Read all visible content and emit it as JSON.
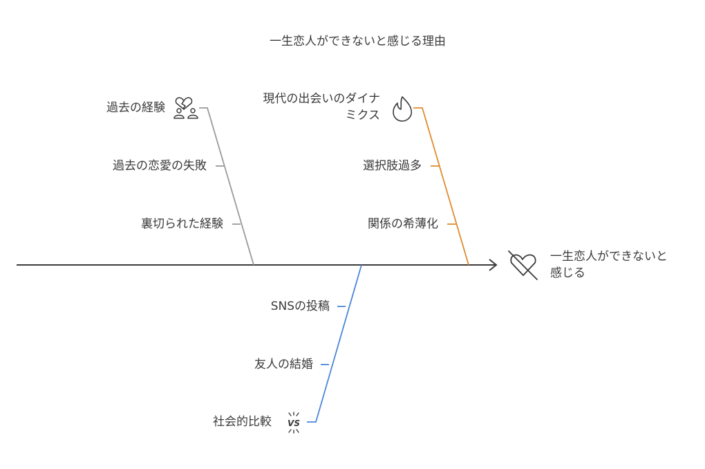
{
  "title": "一生恋人ができないと感じる理由",
  "effect": {
    "line1": "一生恋人ができないと",
    "line2": "感じる",
    "icon": "broken-heart-icon"
  },
  "branches": [
    {
      "id": "past",
      "color": "#9a9a9a",
      "head": {
        "label": "過去の経験",
        "icon": "broken-heart-couple-icon"
      },
      "causes": [
        "過去の恋愛の失敗",
        "裏切られた経験"
      ]
    },
    {
      "id": "modern",
      "color": "#e08a2e",
      "head": {
        "line1": "現代の出会いのダイナ",
        "line2": "ミクス",
        "icon": "flame-icon"
      },
      "causes": [
        "選択肢過多",
        "関係の希薄化"
      ]
    },
    {
      "id": "social",
      "color": "#4a86d8",
      "head": {
        "label": "社会的比較",
        "icon": "vs-icon"
      },
      "causes": [
        "SNSの投稿",
        "友人の結婚"
      ]
    }
  ]
}
